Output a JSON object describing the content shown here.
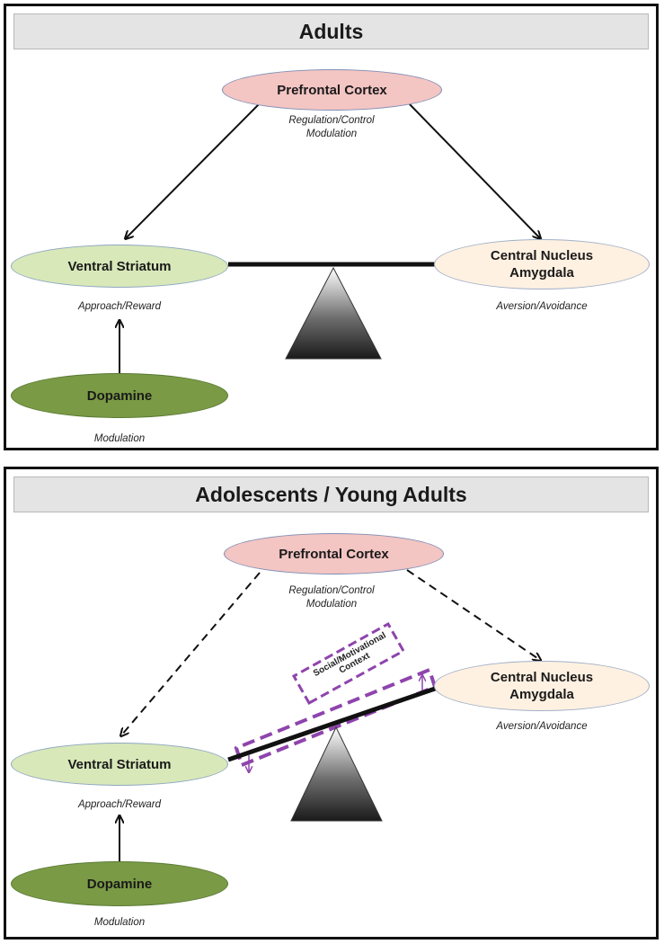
{
  "panels": [
    {
      "title": "Adults",
      "prefrontal_cortex": {
        "label": "Prefrontal Cortex",
        "caption_line1": "Regulation/Control",
        "caption_line2": "Modulation"
      },
      "ventral_striatum": {
        "label": "Ventral Striatum",
        "caption": "Approach/Reward"
      },
      "central_nucleus": {
        "label_line1": "Central Nucleus",
        "label_line2": "Amygdala",
        "caption": "Aversion/Avoidance"
      },
      "dopamine": {
        "label": "Dopamine",
        "caption": "Modulation"
      }
    },
    {
      "title": "Adolescents / Young Adults",
      "prefrontal_cortex": {
        "label": "Prefrontal Cortex",
        "caption_line1": "Regulation/Control",
        "caption_line2": "Modulation"
      },
      "ventral_striatum": {
        "label": "Ventral Striatum",
        "caption": "Approach/Reward"
      },
      "central_nucleus": {
        "label_line1": "Central Nucleus",
        "label_line2": "Amygdala",
        "caption": "Aversion/Avoidance"
      },
      "dopamine": {
        "label": "Dopamine",
        "caption": "Modulation"
      },
      "context": {
        "line1": "Social/Motivational",
        "line2": "Context"
      }
    }
  ],
  "colors": {
    "prefrontal_cortex": "#f3c5c3",
    "ventral_striatum": "#d8e8b9",
    "central_nucleus": "#fff1e1",
    "dopamine": "#7a9a45",
    "context_dashes": "#8e44ad"
  }
}
